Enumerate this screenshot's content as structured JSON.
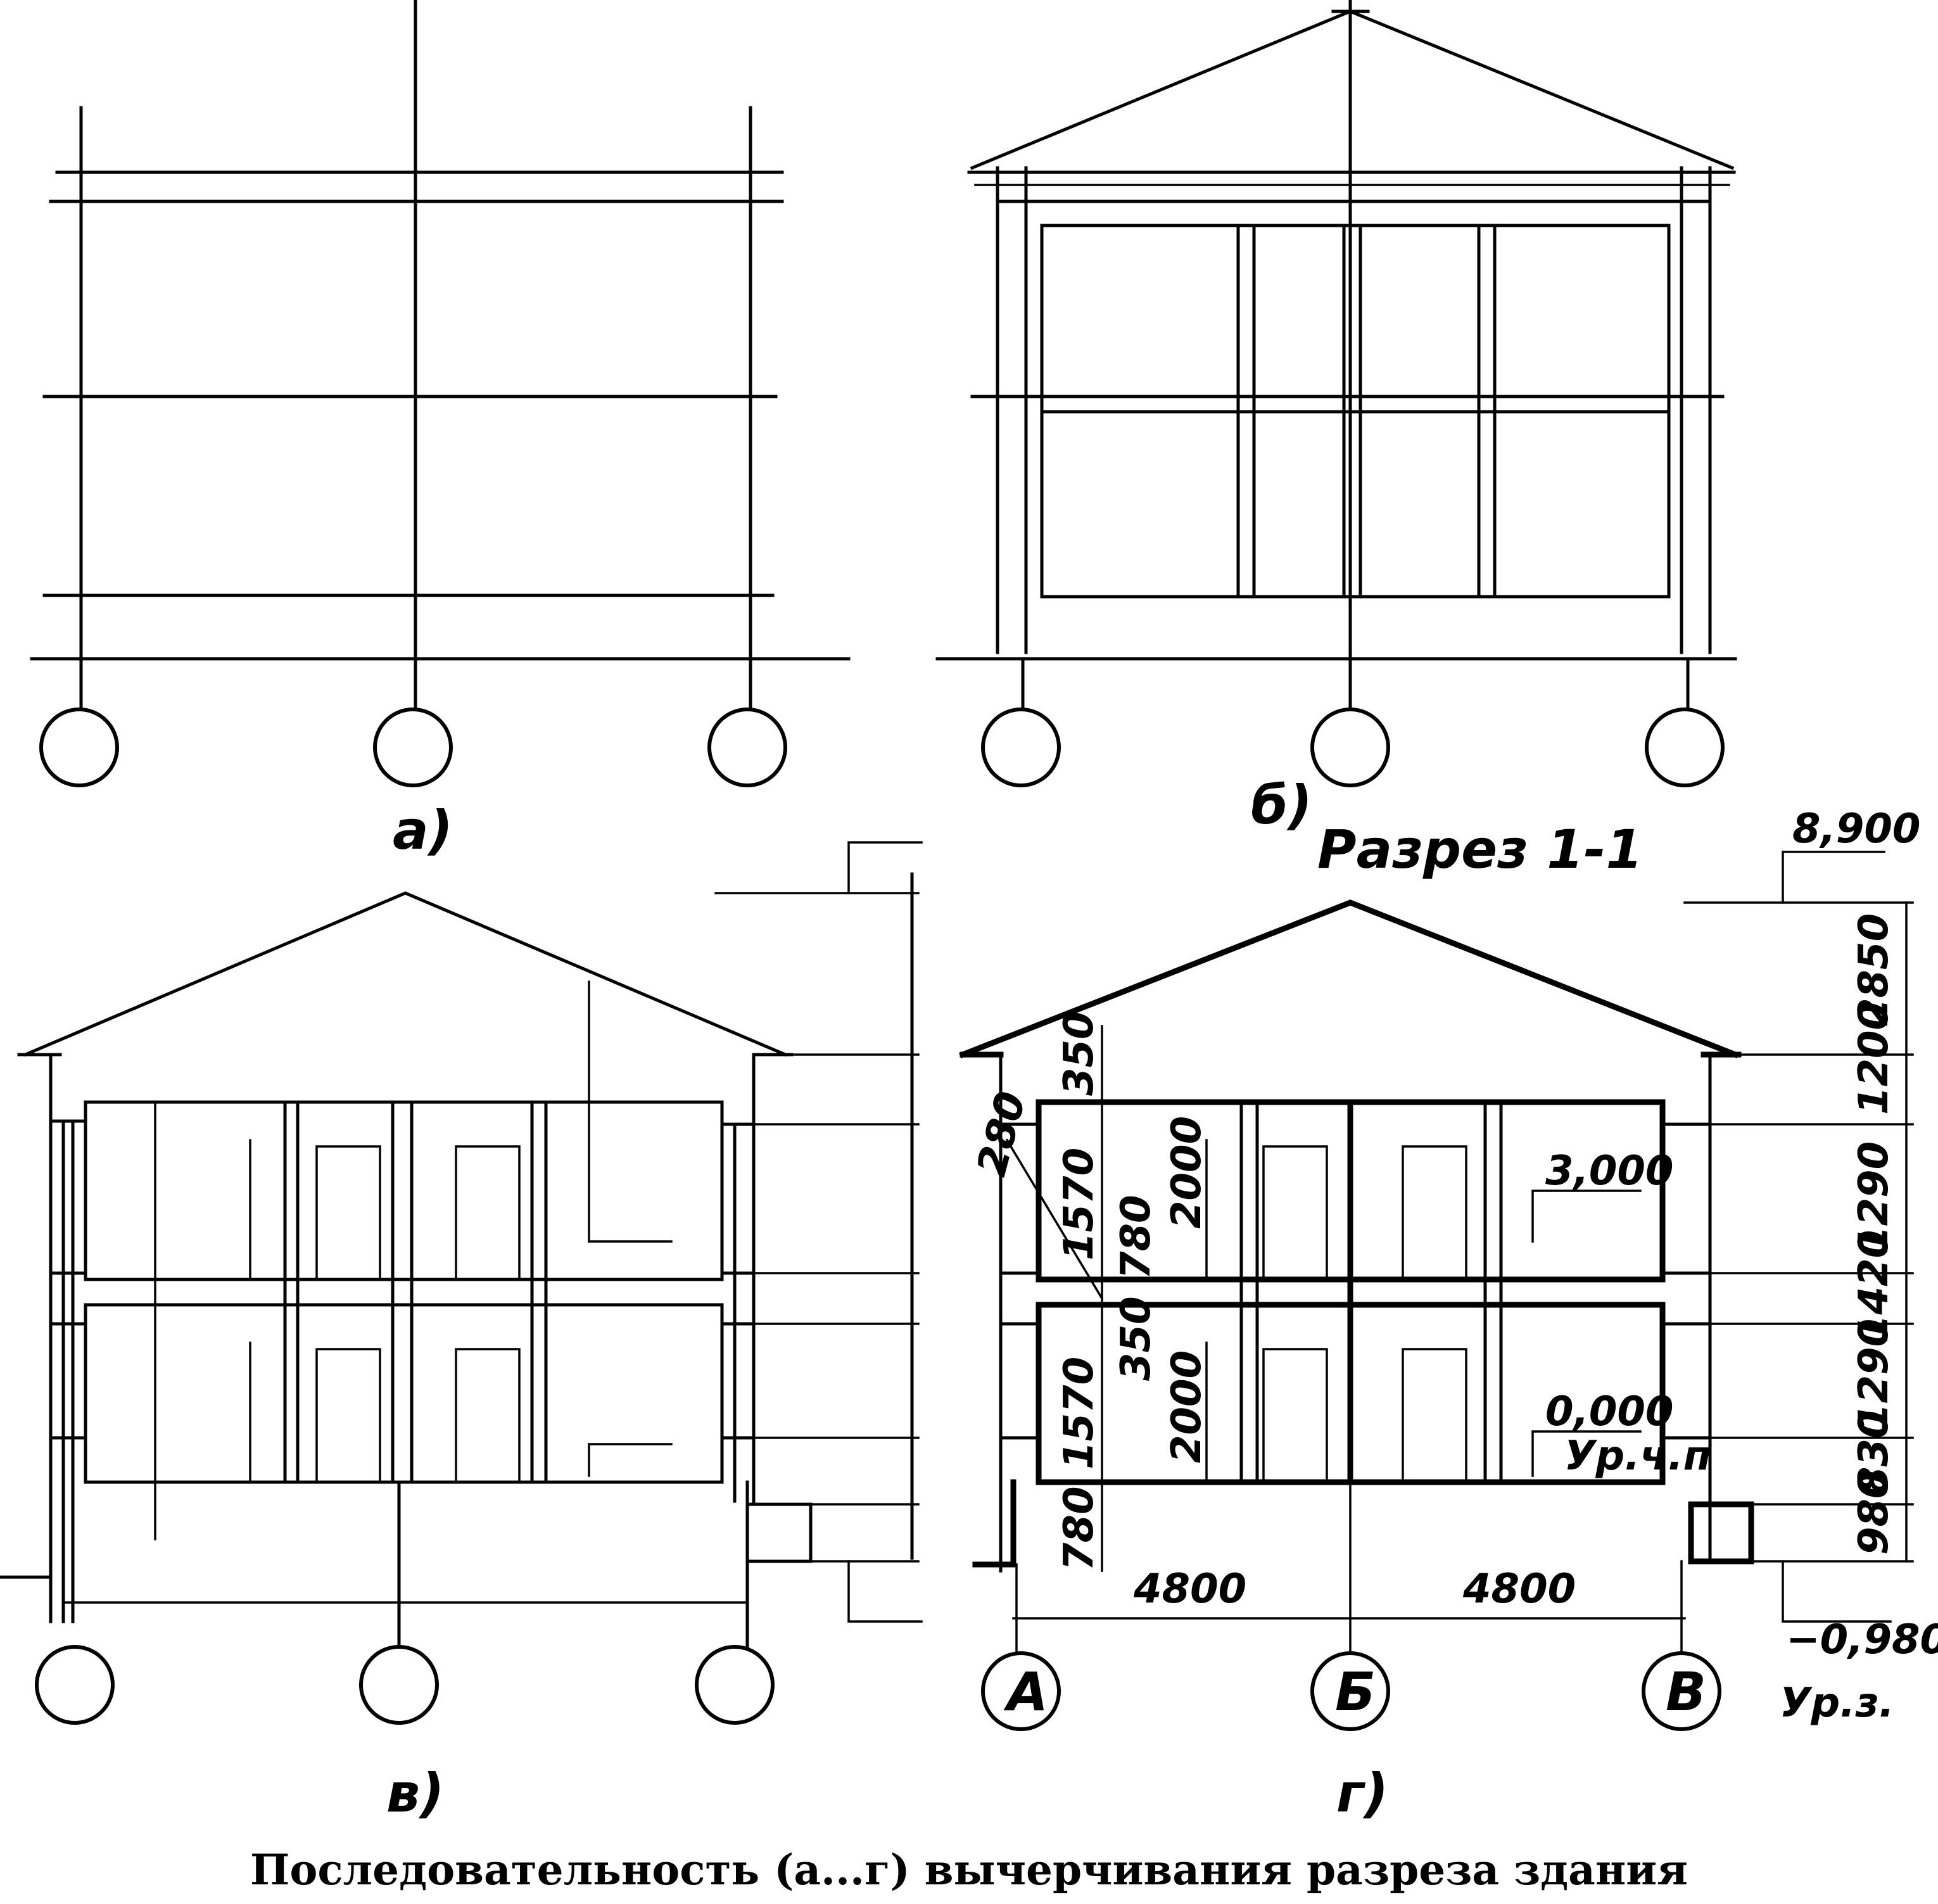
{
  "labels": {
    "a": "а)",
    "b": "б)",
    "v": "в)",
    "g": "г)"
  },
  "section_title": "Разрез 1-1",
  "axes": [
    "А",
    "Б",
    "В"
  ],
  "levels": {
    "top": "8,900",
    "floor2": "3,000",
    "floor1": "0,000",
    "floor1_note": "Ур.ч.п",
    "ground": "−0,980",
    "ground_note": "Ур.з."
  },
  "span_dims": [
    "4800",
    "4800"
  ],
  "right_chain": [
    "2850",
    "1200",
    "1290",
    "1420",
    "1290",
    "830",
    "980"
  ],
  "left_chain": [
    "350",
    "1570",
    "780",
    "350",
    "1570",
    "780"
  ],
  "door_dims": [
    "2000",
    "2000"
  ],
  "slab_dim": "280",
  "caption": "Последовательность (а...г) вычерчивания разреза здания"
}
